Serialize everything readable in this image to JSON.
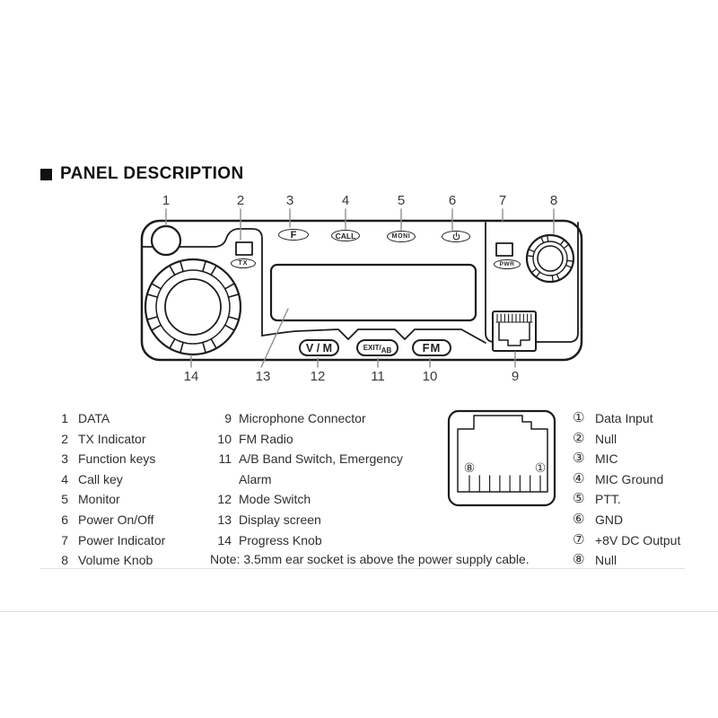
{
  "page": {
    "title": "PANEL DESCRIPTION"
  },
  "diagram": {
    "top_callouts": [
      {
        "num": "1"
      },
      {
        "num": "2"
      },
      {
        "num": "3"
      },
      {
        "num": "4"
      },
      {
        "num": "5"
      },
      {
        "num": "6"
      },
      {
        "num": "7"
      },
      {
        "num": "8"
      }
    ],
    "bottom_callouts": [
      {
        "num": "14"
      },
      {
        "num": "13"
      },
      {
        "num": "12"
      },
      {
        "num": "11"
      },
      {
        "num": "10"
      },
      {
        "num": "9"
      }
    ],
    "buttons": {
      "f": "F",
      "call": "CALL",
      "moni": "MONI",
      "vm": "V / M",
      "exit_top": "EXIT/",
      "exit_sub": "AB",
      "fm": "FM"
    },
    "indicators": {
      "tx": "TX",
      "pwr": "PWR"
    },
    "icons": {
      "power_button": "power-icon"
    },
    "connector_pins": {
      "left": "⑧",
      "right": "①"
    }
  },
  "legend": {
    "left": [
      {
        "num": "1",
        "label": "DATA"
      },
      {
        "num": "2",
        "label": "TX Indicator"
      },
      {
        "num": "3",
        "label": "Function keys"
      },
      {
        "num": "4",
        "label": "Call key"
      },
      {
        "num": "5",
        "label": "Monitor"
      },
      {
        "num": "6",
        "label": "Power On/Off"
      },
      {
        "num": "7",
        "label": "Power Indicator"
      },
      {
        "num": "8",
        "label": "Volume Knob"
      }
    ],
    "middle": [
      {
        "num": "9",
        "label": "Microphone Connector"
      },
      {
        "num": "10",
        "label": "FM Radio"
      },
      {
        "num": "11",
        "label": "A/B Band Switch, Emergency"
      },
      {
        "num": "",
        "label": "Alarm"
      },
      {
        "num": "12",
        "label": "Mode Switch"
      },
      {
        "num": "13",
        "label": "Display screen"
      },
      {
        "num": "14",
        "label": "Progress Knob"
      }
    ],
    "note": "Note: 3.5mm ear socket is above the power supply cable.",
    "pins": [
      {
        "num": "①",
        "label": "Data Input"
      },
      {
        "num": "②",
        "label": "Null"
      },
      {
        "num": "③",
        "label": "MIC"
      },
      {
        "num": "④",
        "label": "MIC Ground"
      },
      {
        "num": "⑤",
        "label": "PTT."
      },
      {
        "num": "⑥",
        "label": "GND"
      },
      {
        "num": "⑦",
        "label": "+8V DC Output"
      },
      {
        "num": "⑧",
        "label": "Null"
      }
    ]
  }
}
